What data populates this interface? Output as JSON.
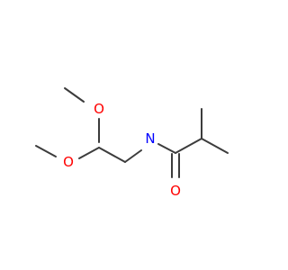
{
  "molecule": {
    "atoms": [
      {
        "id": "o1",
        "label": "O",
        "color": "#ff0000"
      },
      {
        "id": "o2",
        "label": "O",
        "color": "#ff0000"
      },
      {
        "id": "n",
        "label": "N",
        "color": "#0000ff"
      },
      {
        "id": "o3",
        "label": "O",
        "color": "#ff0000"
      }
    ]
  },
  "colors": {
    "bond": "#3c3c3c",
    "oxygen": "#ff0000",
    "nitrogen": "#0000ff",
    "background": "#ffffff"
  }
}
